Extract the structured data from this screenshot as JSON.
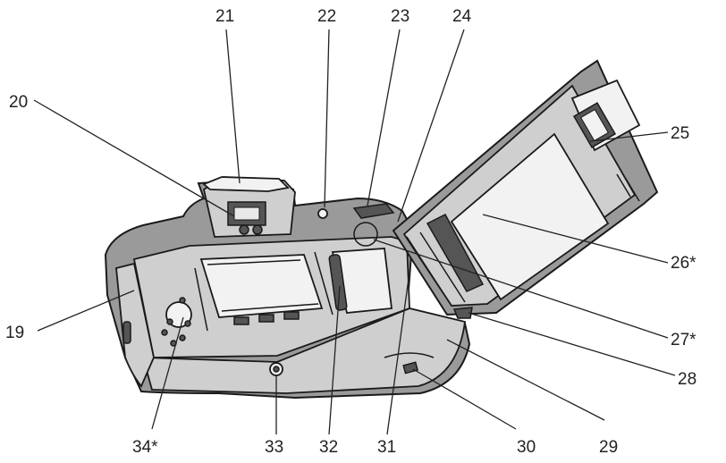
{
  "labels": {
    "n19": "19",
    "n20": "20",
    "n21": "21",
    "n22": "22",
    "n23": "23",
    "n24": "24",
    "n25": "25",
    "n26": "26*",
    "n27": "27*",
    "n28": "28",
    "n29": "29",
    "n30": "30",
    "n31": "31",
    "n32": "32",
    "n33": "33",
    "n34": "34*"
  },
  "colors": {
    "body": "#9a9a9a",
    "panel": "#cfcfcf",
    "ink": "#1a1a1a"
  }
}
